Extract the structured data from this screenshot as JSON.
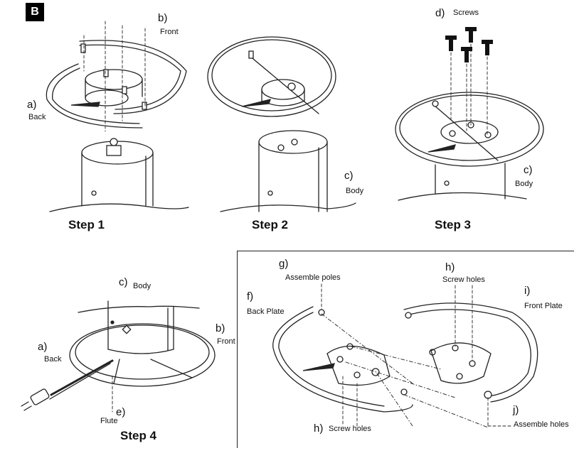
{
  "badge": "B",
  "steps": [
    "Step 1",
    "Step 2",
    "Step 3",
    "Step 4"
  ],
  "labels": {
    "s1_b_letter": "b)",
    "s1_b_text": "Front",
    "s1_a_letter": "a)",
    "s1_a_text": "Back",
    "s2_c_letter": "c)",
    "s2_c_text": "Body",
    "s3_d_letter": "d)",
    "s3_d_text": "Screws",
    "s3_c_letter": "c)",
    "s3_c_text": "Body",
    "s4_c_letter": "c)",
    "s4_c_text": "Body",
    "s4_b_letter": "b)",
    "s4_b_text": "Front",
    "s4_a_letter": "a)",
    "s4_a_text": "Back",
    "s4_e_letter": "e)",
    "s4_e_text": "Flute",
    "p_g_letter": "g)",
    "p_g_text": "Assemble poles",
    "p_f_letter": "f)",
    "p_f_text": "Back Plate",
    "p_h1_letter": "h)",
    "p_h1_text": "Screw holes",
    "p_i_letter": "i)",
    "p_i_text": "Front Plate",
    "p_h2_letter": "h)",
    "p_h2_text": "Screw holes",
    "p_j_letter": "j)",
    "p_j_text": "Assemble holes"
  }
}
